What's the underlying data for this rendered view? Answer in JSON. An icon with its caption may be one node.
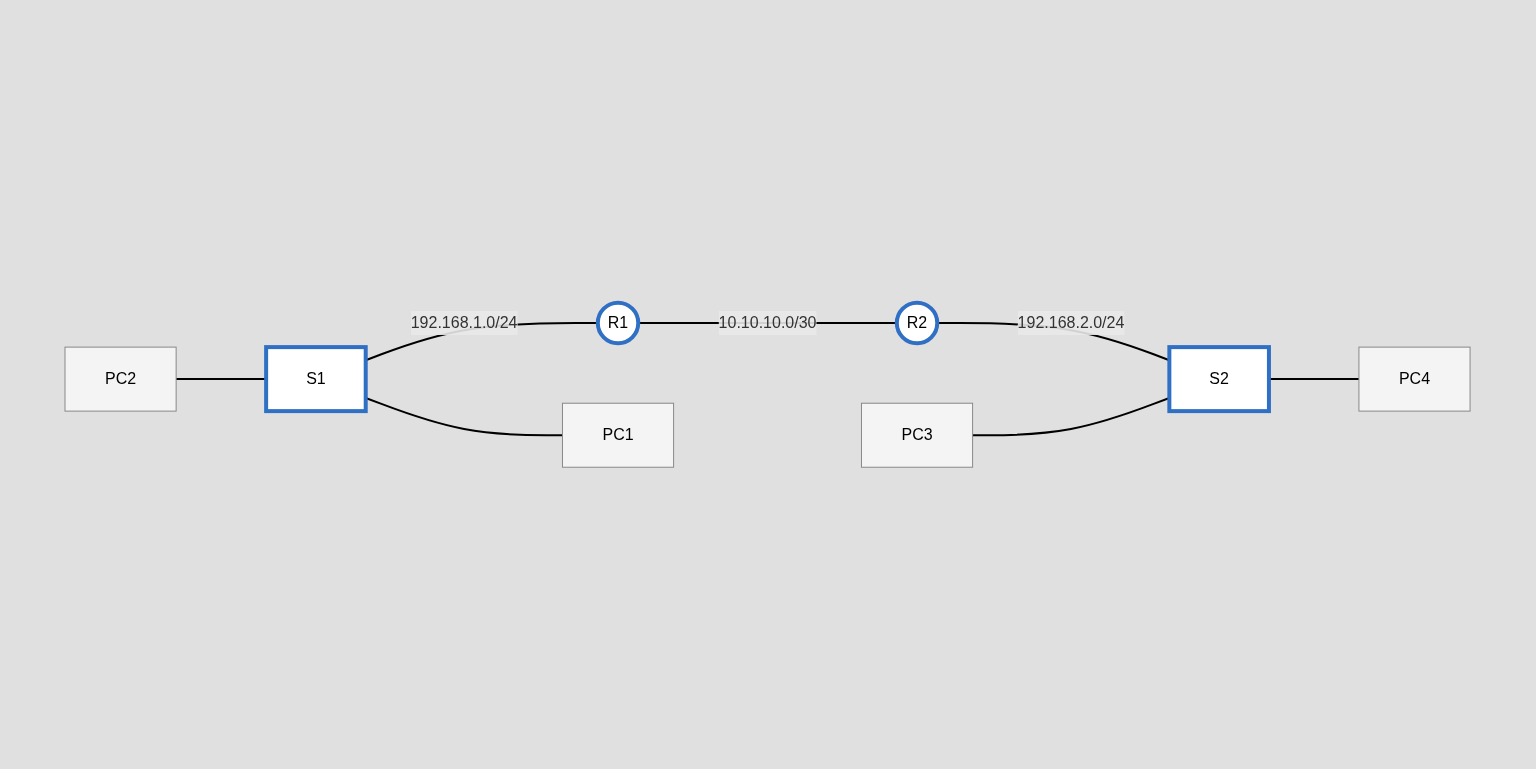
{
  "diagram": {
    "nodes": [
      {
        "text": [
          "PC2"
        ]
      },
      {
        "text": [
          "PC3"
        ]
      },
      {
        "text": [
          "S1"
        ]
      },
      {
        "text": [
          "R1"
        ]
      },
      {
        "text": [
          "R2"
        ]
      },
      {
        "text": [
          "S2"
        ]
      },
      {
        "text": [
          "PC1"
        ]
      },
      {
        "text": [
          "PC4"
        ]
      }
    ],
    "edges": [
      {
        "from": 0,
        "to": 2,
        "arrow": "none"
      },
      {
        "from": 2,
        "to": 6,
        "arrow": "none"
      },
      {
        "from": 2,
        "to": 3,
        "arrow": "none",
        "label": "192.168.1.0/24"
      },
      {
        "from": 3,
        "to": 4,
        "arrow": "none",
        "label": "10.10.10.0/30"
      },
      {
        "from": 4,
        "to": 5,
        "arrow": "none",
        "label": "192.168.2.0/24"
      },
      {
        "from": 1,
        "to": 5,
        "arrow": "none"
      },
      {
        "from": 5,
        "to": 7,
        "arrow": "none"
      }
    ]
  }
}
